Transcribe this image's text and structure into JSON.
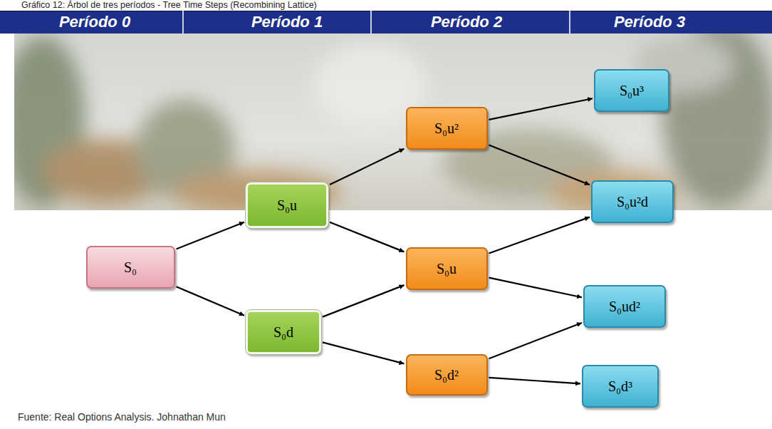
{
  "diagram": {
    "title": "Gráfico 12: Árbol de tres períodos - Tree Time  Steps (Recombining Lattice)",
    "caption": "Fuente: Real Options Analysis. Johnathan Mun",
    "nodes": [
      {
        "text": [
          "S₀"
        ]
      },
      {
        "text": [
          "S₀u"
        ]
      },
      {
        "text": [
          "S₀d"
        ]
      },
      {
        "text": [
          "S₀u²"
        ]
      },
      {
        "text": [
          "S₀u"
        ]
      },
      {
        "text": [
          "S₀d²"
        ]
      },
      {
        "text": [
          "S₀u³"
        ]
      },
      {
        "text": [
          "S₀u²d"
        ]
      },
      {
        "text": [
          "S₀ud²"
        ]
      },
      {
        "text": [
          "S₀d³"
        ]
      }
    ],
    "edges": [
      {
        "from": 0,
        "to": 1,
        "arrow": "to"
      },
      {
        "from": 0,
        "to": 2,
        "arrow": "to"
      },
      {
        "from": 1,
        "to": 3,
        "arrow": "to"
      },
      {
        "from": 1,
        "to": 4,
        "arrow": "to"
      },
      {
        "from": 2,
        "to": 4,
        "arrow": "to"
      },
      {
        "from": 2,
        "to": 5,
        "arrow": "to"
      },
      {
        "from": 3,
        "to": 6,
        "arrow": "to"
      },
      {
        "from": 3,
        "to": 7,
        "arrow": "to"
      },
      {
        "from": 4,
        "to": 7,
        "arrow": "to"
      },
      {
        "from": 4,
        "to": 8,
        "arrow": "to"
      },
      {
        "from": 5,
        "to": 8,
        "arrow": "to"
      },
      {
        "from": 5,
        "to": 9,
        "arrow": "to"
      }
    ],
    "labels": [
      "Período 0",
      "Período 1",
      "Período 2",
      "Período 3"
    ]
  }
}
